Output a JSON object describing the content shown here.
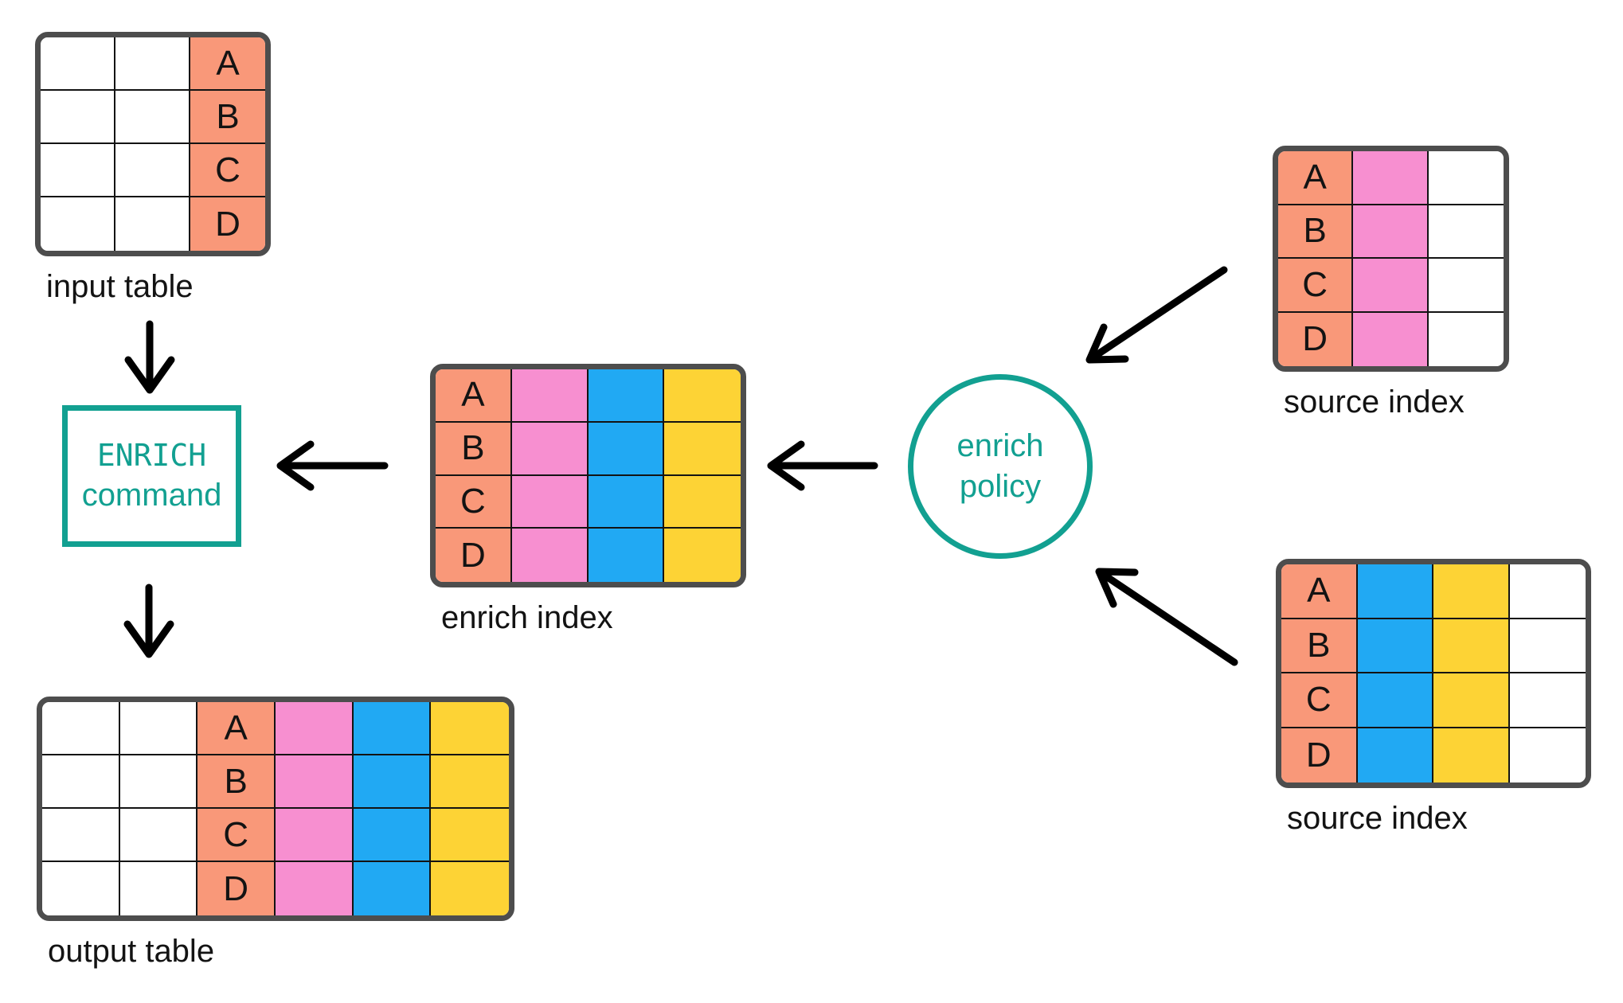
{
  "palette": {
    "salmon": "#F99879",
    "pink": "#F78FD0",
    "blue": "#21A9F3",
    "yellow": "#FDD335",
    "white": "#FFFFFF",
    "teal": "#12A091",
    "table_border": "#4D4D4D",
    "grid_line": "#131313",
    "arrow": "#000000",
    "label_text": "#131313"
  },
  "row_labels": [
    "A",
    "B",
    "C",
    "D"
  ],
  "tables": [
    {
      "id": "input-table",
      "label": "input table",
      "columns": [
        {
          "fill": "white"
        },
        {
          "fill": "white"
        },
        {
          "fill": "salmon",
          "cell_labels": [
            "A",
            "B",
            "C",
            "D"
          ]
        }
      ]
    },
    {
      "id": "enrich-index",
      "label": "enrich index",
      "columns": [
        {
          "fill": "salmon",
          "cell_labels": [
            "A",
            "B",
            "C",
            "D"
          ]
        },
        {
          "fill": "pink"
        },
        {
          "fill": "blue"
        },
        {
          "fill": "yellow"
        }
      ]
    },
    {
      "id": "source-index-top",
      "label": "source index",
      "columns": [
        {
          "fill": "salmon",
          "cell_labels": [
            "A",
            "B",
            "C",
            "D"
          ]
        },
        {
          "fill": "pink"
        },
        {
          "fill": "white"
        }
      ]
    },
    {
      "id": "source-index-bottom",
      "label": "source index",
      "columns": [
        {
          "fill": "salmon",
          "cell_labels": [
            "A",
            "B",
            "C",
            "D"
          ]
        },
        {
          "fill": "blue"
        },
        {
          "fill": "yellow"
        },
        {
          "fill": "white"
        }
      ]
    },
    {
      "id": "output-table",
      "label": "output table",
      "columns": [
        {
          "fill": "white"
        },
        {
          "fill": "white"
        },
        {
          "fill": "salmon",
          "cell_labels": [
            "A",
            "B",
            "C",
            "D"
          ]
        },
        {
          "fill": "pink"
        },
        {
          "fill": "blue"
        },
        {
          "fill": "yellow"
        }
      ]
    }
  ],
  "nodes": {
    "enrich_command": {
      "line1": "ENRICH",
      "line2": "command"
    },
    "enrich_policy": {
      "line1": "enrich",
      "line2": "policy"
    }
  }
}
